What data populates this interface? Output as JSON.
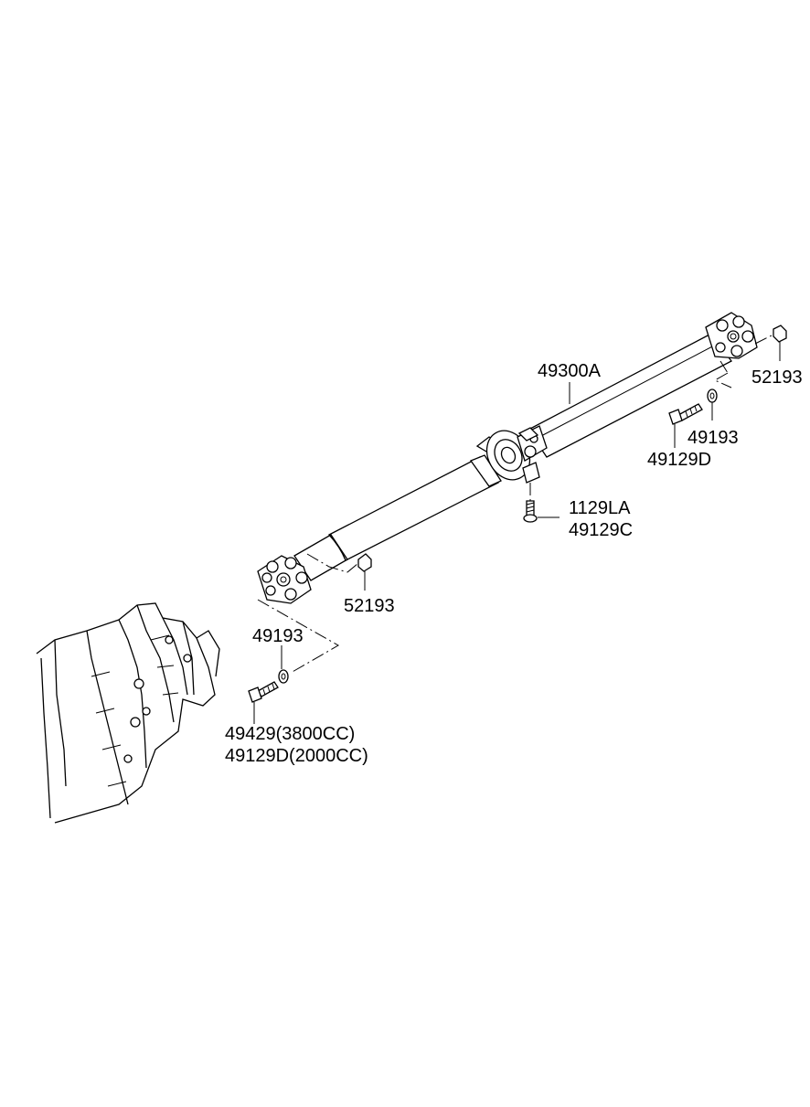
{
  "labels": {
    "shaft_assembly": "49300A",
    "nut_rear": "52193",
    "washer_rear": "49193",
    "bolt_rear": "49129D",
    "center_bolt_a": "1129LA",
    "center_bolt_b": "49129C",
    "nut_front": "52193",
    "washer_front": "49193",
    "bolt_front_a": "49429(3800CC)",
    "bolt_front_b": "49129D(2000CC)"
  }
}
